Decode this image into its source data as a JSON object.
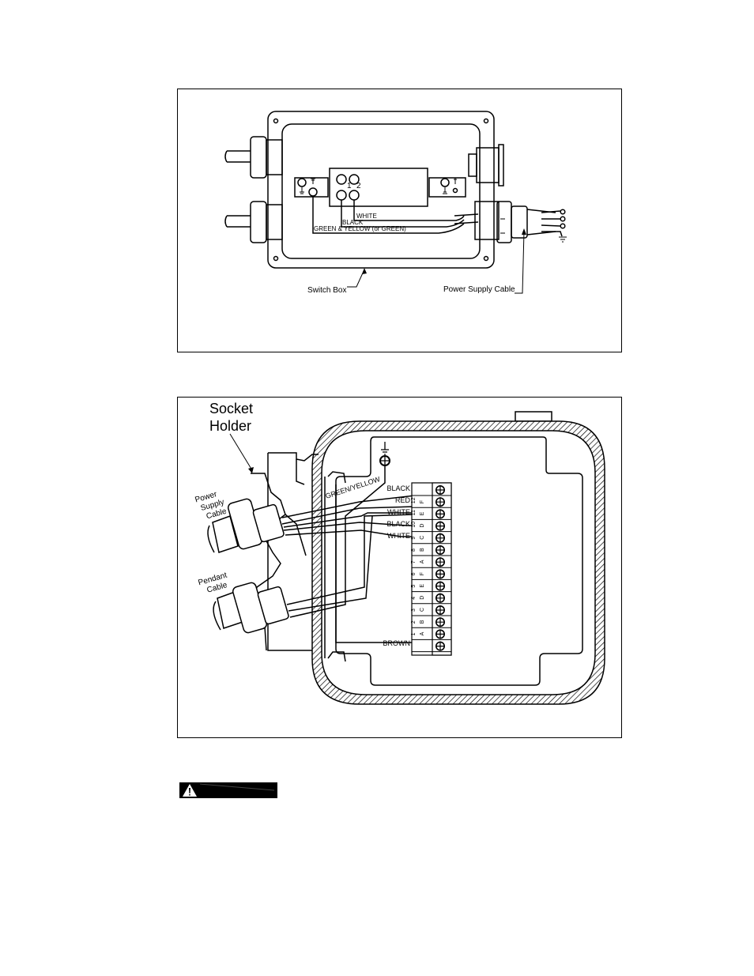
{
  "figure1": {
    "wire_white": "WHITE",
    "wire_black": "BLACK",
    "wire_ground": "GREEN & YELLOW (or GREEN)",
    "terminal_1": "1",
    "terminal_2": "2",
    "callout_switch_box": "Switch Box",
    "callout_power_cable": "Power Supply Cable"
  },
  "figure2": {
    "title_line1": "Socket",
    "title_line2": "Holder",
    "power_line1": "Power",
    "power_line2": "Supply",
    "power_line3": "Cable",
    "pendant_line1": "Pendant",
    "pendant_line2": "Cable",
    "ground_wire": "GREEN/YELLOW",
    "wires": [
      "BLACK",
      "RED",
      "WHITE",
      "BLACK",
      "WHITE",
      "BROWN"
    ],
    "terminal_numbers": [
      "12",
      "11",
      "10",
      "9",
      "8",
      "7",
      "6",
      "5",
      "4",
      "3",
      "2",
      "1"
    ],
    "terminal_letters": [
      "F",
      "E",
      "D",
      "C",
      "B",
      "A",
      "F",
      "E",
      "D",
      "C",
      "B",
      "A"
    ]
  },
  "warning": {
    "label": ""
  }
}
